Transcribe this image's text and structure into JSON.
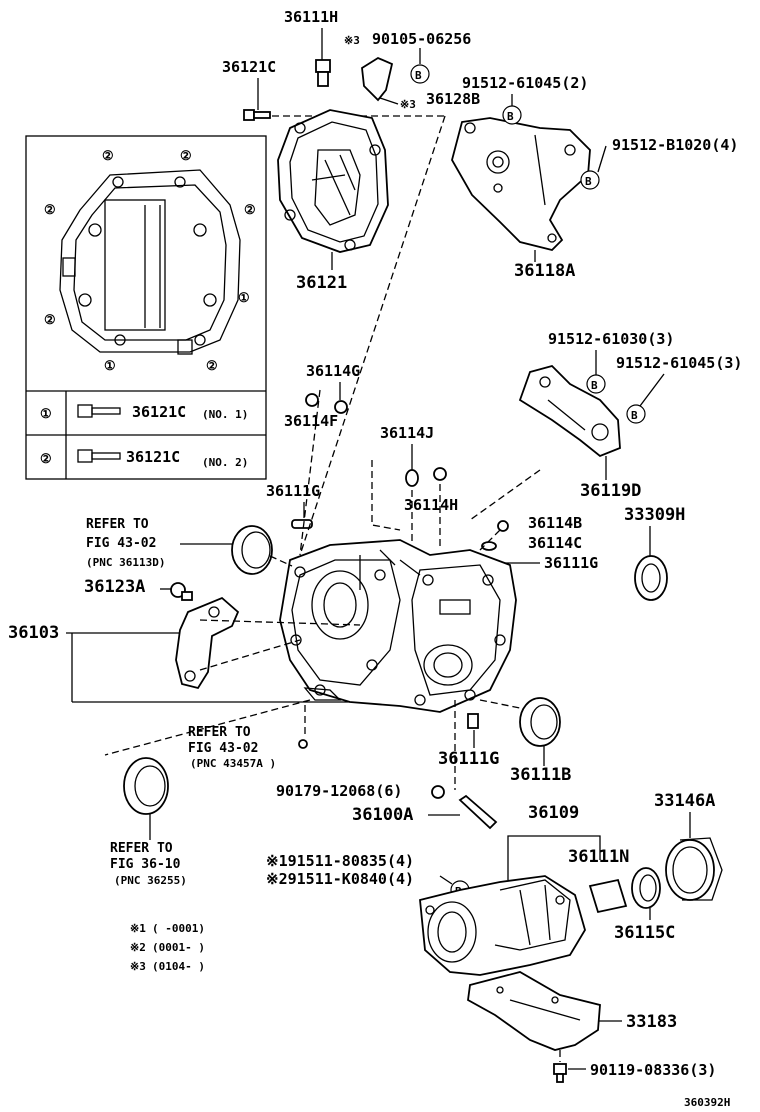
{
  "labels": {
    "p36111H": "36111H",
    "note3a": "※3",
    "p90105": "90105-06256",
    "p36121C_top": "36121C",
    "note3b": "※3",
    "p36128B": "36128B",
    "p91512_61045a": "91512-61045(2)",
    "p91512_B1020": "91512-B1020(4)",
    "p36121": "36121",
    "p36118A": "36118A",
    "p91512_61030": "91512-61030(3)",
    "p91512_61045b": "91512-61045(3)",
    "p36114G": "36114G",
    "p36114F": "36114F",
    "p36114J": "36114J",
    "p36114H": "36114H",
    "p36119D": "36119D",
    "p36111G_a": "36111G",
    "p33309H": "33309H",
    "p36114B": "36114B",
    "p36114C": "36114C",
    "p36111G_b": "36111G",
    "p36123A": "36123A",
    "p36103": "36103",
    "p36111G_c": "36111G",
    "p36111B": "36111B",
    "p90179": "90179-12068(6)",
    "p36100A": "36100A",
    "p36109": "36109",
    "p33146A": "33146A",
    "p36111N": "36111N",
    "p91511_80835": "※191511-80835(4)",
    "p91511_K0840": "※291511-K0840(4)",
    "p36115C": "36115C",
    "p33183": "33183",
    "p90119": "90119-08336(3)",
    "fig_code": "360392H"
  },
  "refs": {
    "ref1_line1": "REFER TO",
    "ref1_line2": "FIG 43-02",
    "ref1_line3": "(PNC 36113D)",
    "ref2_line1": "REFER TO",
    "ref2_line2": "FIG 43-02",
    "ref2_line3": "(PNC 43457A )",
    "ref3_line1": "REFER TO",
    "ref3_line2": "FIG 36-10",
    "ref3_line3": "(PNC 36255)"
  },
  "inset": {
    "marker1": "①",
    "marker2": "②",
    "row1_marker": "①",
    "row1_part": "36121C",
    "row1_note": "(NO. 1)",
    "row2_marker": "②",
    "row2_part": "36121C",
    "row2_note": "(NO. 2)"
  },
  "footnotes": [
    {
      "mark": "※1",
      "text": "(       -0001)"
    },
    {
      "mark": "※2",
      "text": "(0001-       )"
    },
    {
      "mark": "※3",
      "text": "(0104-       )"
    }
  ],
  "callout_letter": "B"
}
